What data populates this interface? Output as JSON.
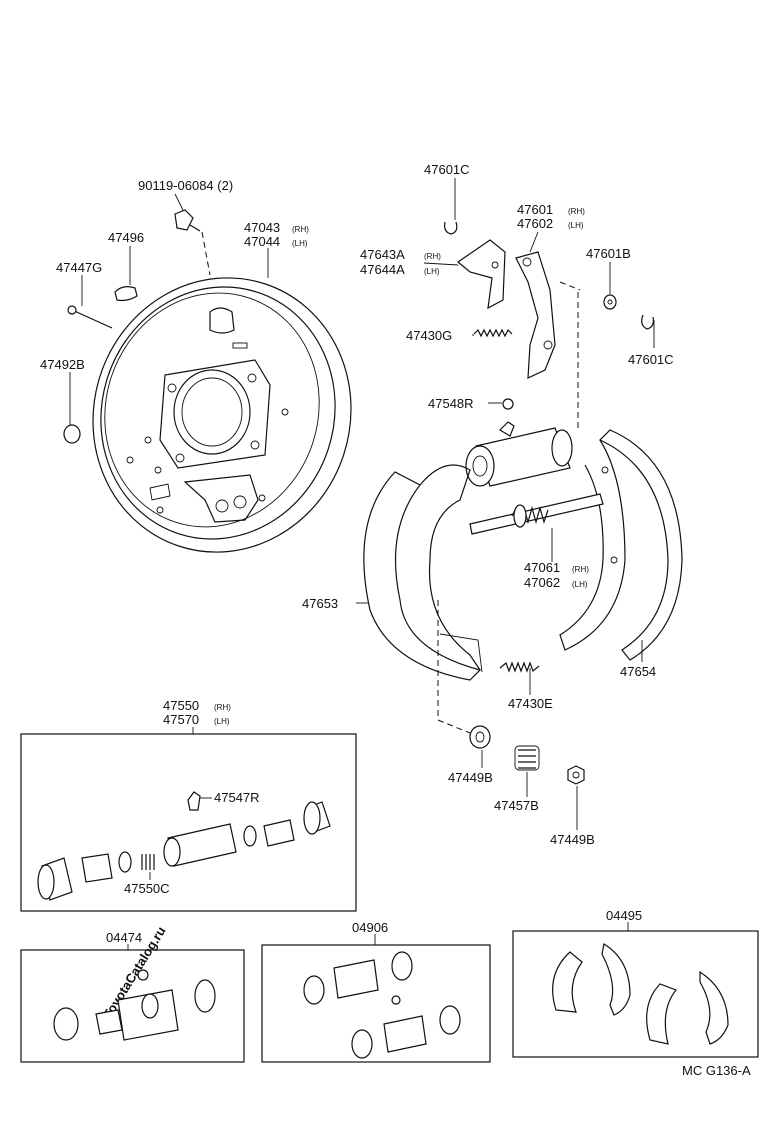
{
  "watermark": "ToyotaCatalog.ru",
  "diagram_id": "MC G136-A",
  "callouts": {
    "bolt": "90119-06084 (2)",
    "backing_plate_rh": "47043",
    "backing_plate_lh": "47044",
    "plug": "47496",
    "pin": "47447G",
    "grommet": "47492B",
    "clip_top": "47601C",
    "lever_rh": "47601",
    "lever_lh": "47602",
    "strut_rh": "47643A",
    "strut_lh": "47644A",
    "washer": "47601B",
    "clip_right": "47601C",
    "spring_g": "47430G",
    "bleeder_cap": "47548R",
    "adjuster_rh": "47061",
    "adjuster_lh": "47062",
    "shoe_left": "47653",
    "shoe_right": "47654",
    "spring_e": "47430E",
    "cup_left": "47449B",
    "hold_spring": "47457B",
    "cup_right": "47449B",
    "cylinder_rh": "47550",
    "cylinder_lh": "47570",
    "bleeder_plug": "47547R",
    "cylinder_spring": "47550C",
    "kit_cylinder": "04474",
    "kit_cups": "04906",
    "kit_shoes": "04495"
  },
  "side_labels": {
    "rh": "(RH)",
    "lh": "(LH)"
  }
}
